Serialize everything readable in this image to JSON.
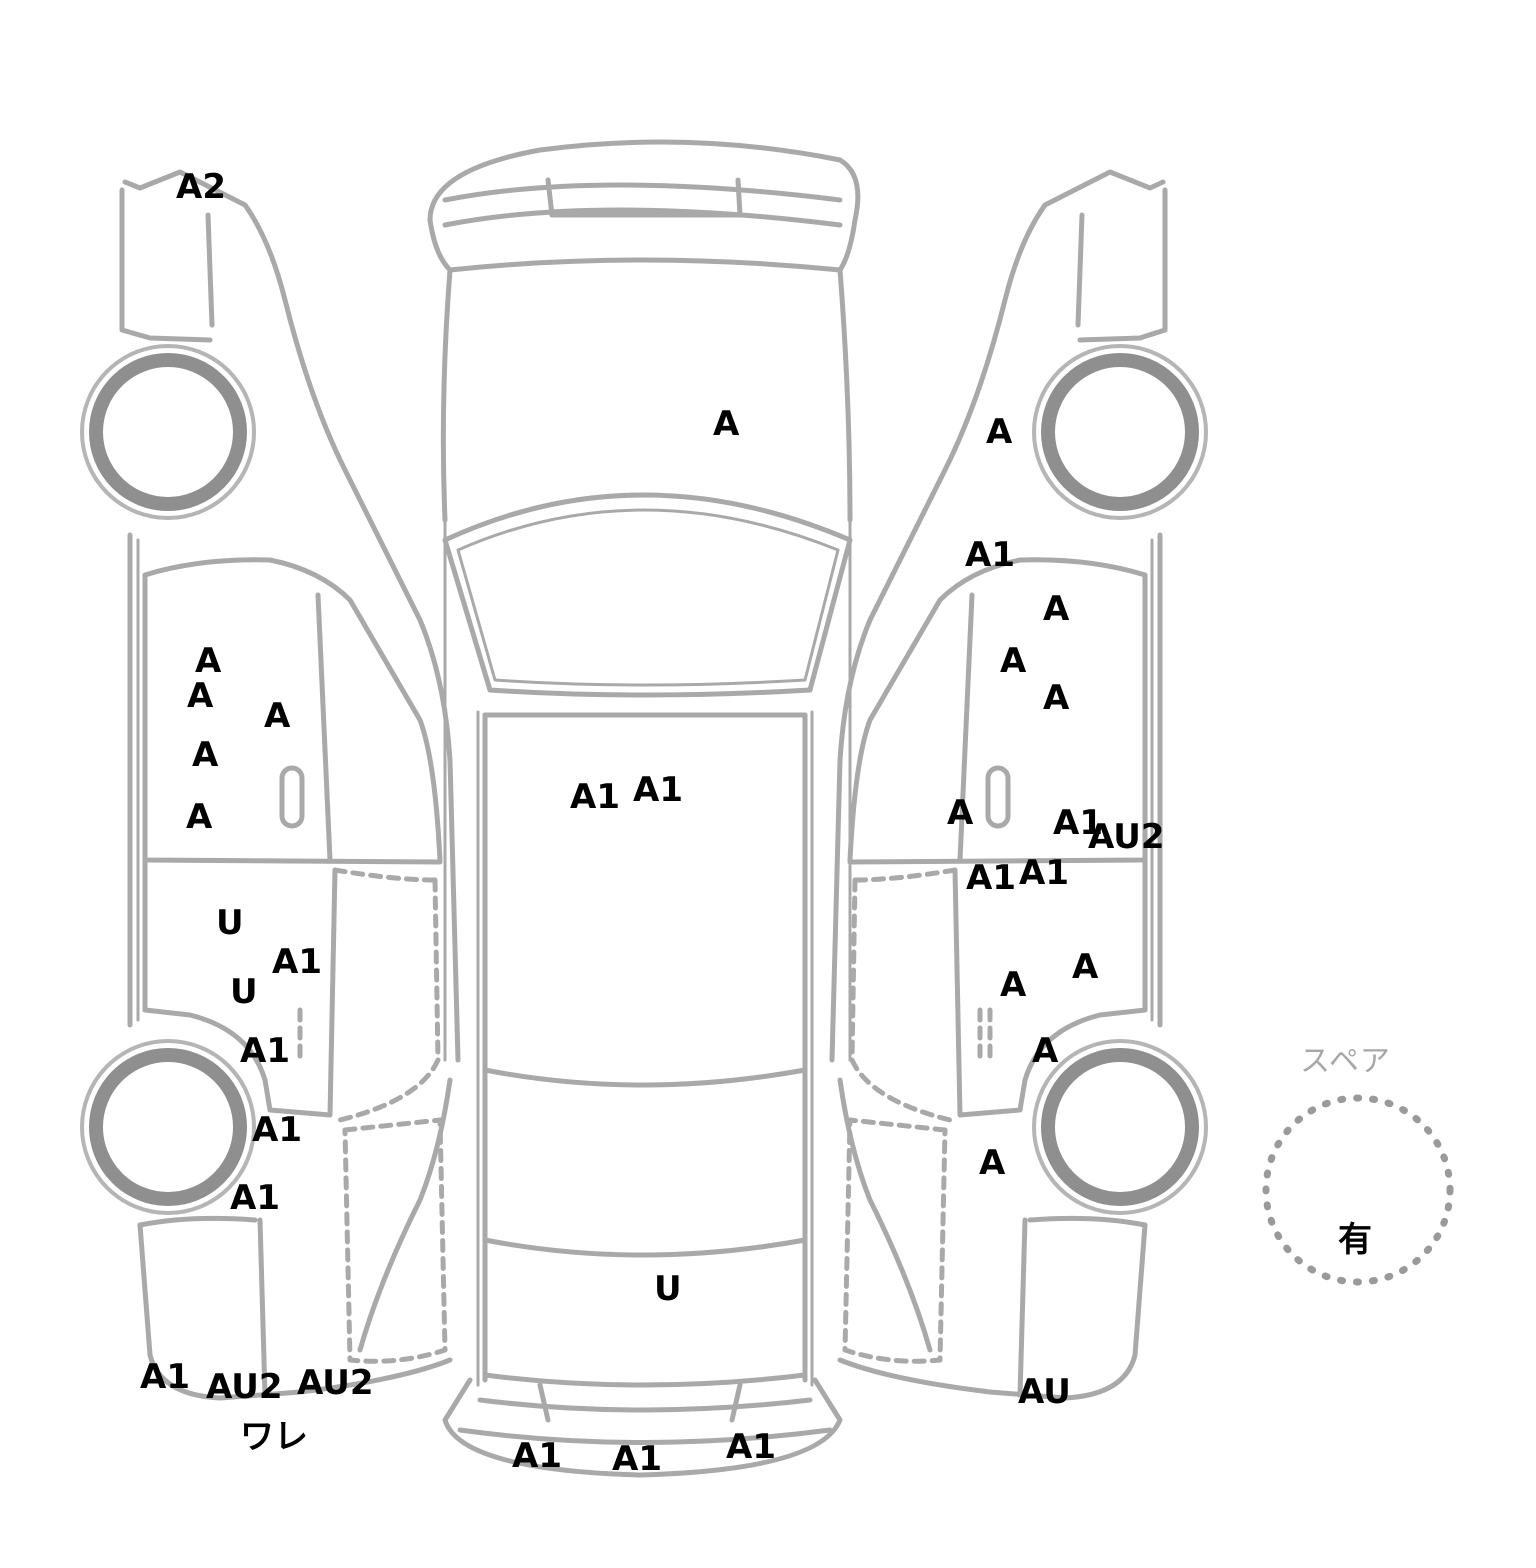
{
  "diagram": {
    "colors": {
      "outline": "#a9a9a9",
      "wheel": "#8f8f8f",
      "label": "#000000",
      "spare_label": "#a8a8a8"
    },
    "spare": {
      "label": "スペア",
      "value": "有"
    },
    "marks": {
      "left_side": {
        "front_fender": "A2",
        "front_door": [
          "A",
          "A",
          "A",
          "A",
          "A"
        ],
        "rear_door": [
          "U",
          "A1",
          "U"
        ],
        "rear_quarter": [
          "A1",
          "A1",
          "A1"
        ],
        "rear_bumper": [
          "A1",
          "AU2",
          "AU2",
          "ワレ"
        ]
      },
      "top_view": {
        "hood": "A",
        "roof": [
          "A1",
          "A1"
        ],
        "trunk": "U",
        "rear_bumper": [
          "A1",
          "A1",
          "A1"
        ]
      },
      "right_side": {
        "front_fender": "A",
        "a_pillar": "A1",
        "front_door": [
          "A",
          "A",
          "A",
          "A",
          "A1",
          "AU2"
        ],
        "rocker": [
          "A1",
          "A1"
        ],
        "rear_door": [
          "A",
          "A",
          "A"
        ],
        "rear_quarter": "A",
        "rear_bumper": "AU"
      }
    }
  }
}
